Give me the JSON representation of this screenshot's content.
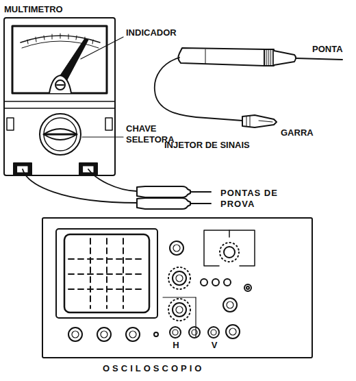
{
  "diagram": {
    "labels": [
      "MULTIMETRO",
      "INDICADOR",
      "PONTA",
      "CHAVE SELETORA",
      "GARRA",
      "INJETOR DE SINAIS",
      "PONTAS DE PROVA",
      "H",
      "V",
      "OSCILOSCOPIO"
    ]
  }
}
